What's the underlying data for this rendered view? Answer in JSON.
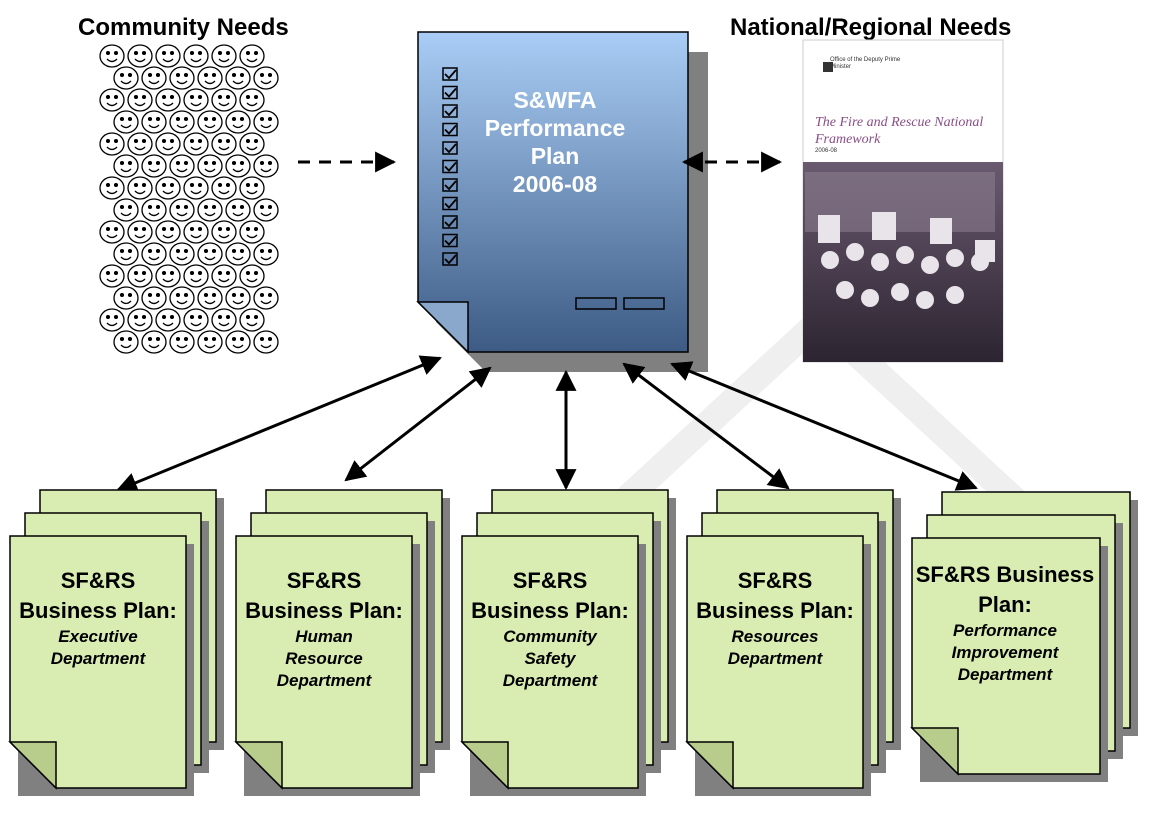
{
  "headings": {
    "left": "Community Needs",
    "right": "National/Regional Needs"
  },
  "performance_plan": {
    "title": "S&WFA\nPerformance\nPlan\n2006-08",
    "checkbox_count": 11,
    "gradient_top": "#a9cdf6",
    "gradient_bottom": "#3d5b84"
  },
  "framework_cover": {
    "org": "Office of the Deputy Prime Minister",
    "title": "The Fire and Rescue National Framework",
    "year": "2006-08"
  },
  "business_plans": [
    {
      "line1": "SF&RS Business Plan:",
      "line2": "Executive\nDepartment"
    },
    {
      "line1": "SF&RS Business Plan:",
      "line2": "Human\nResource\nDepartment"
    },
    {
      "line1": "SF&RS Business Plan:",
      "line2": "Community\nSafety\nDepartment"
    },
    {
      "line1": "SF&RS Business Plan:",
      "line2": "Resources\nDepartment"
    },
    {
      "line1": "SF&RS Business Plan:",
      "line2": "Performance\nImprovement\nDepartment"
    }
  ],
  "colors": {
    "business_plan_fill": "#d9ecb1",
    "shadow": "#808080",
    "plan_text": "#ffffff"
  }
}
